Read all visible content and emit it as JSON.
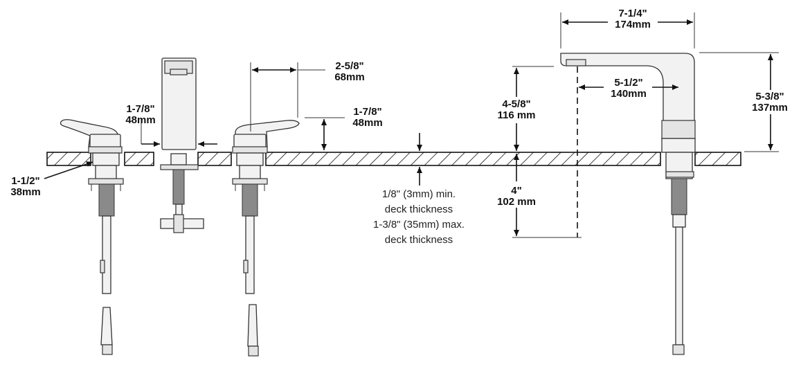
{
  "dimensions": {
    "top_width": {
      "imperial": "7-1/4\"",
      "metric": "174mm"
    },
    "spout_reach": {
      "imperial": "5-1/2\"",
      "metric": "140mm"
    },
    "spout_height_total": {
      "imperial": "5-3/8\"",
      "metric": "137mm"
    },
    "spout_height_deck": {
      "imperial": "4-5/8\"",
      "metric": "116 mm"
    },
    "below_deck": {
      "imperial": "4\"",
      "metric": "102 mm"
    },
    "handle_width": {
      "imperial": "2-5/8\"",
      "metric": "68mm"
    },
    "handle_height": {
      "imperial": "1-7/8\"",
      "metric": "48mm"
    },
    "spout_base_width": {
      "imperial": "1-7/8\"",
      "metric": "48mm"
    },
    "hole_diameter": {
      "imperial": "1-1/2\"",
      "metric": "38mm"
    }
  },
  "deck_notes": {
    "min": "1/8\" (3mm) min.",
    "min_label": "deck thickness",
    "max": "1-3/8\" (35mm) max.",
    "max_label": "deck thickness"
  }
}
